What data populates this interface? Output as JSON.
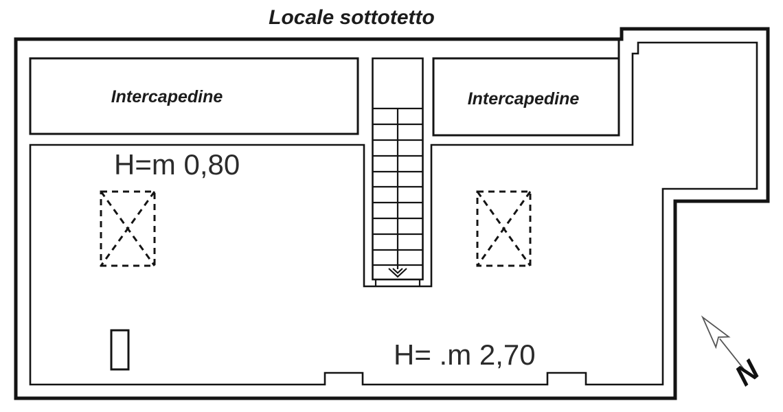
{
  "title": "Locale sottotetto",
  "rooms": {
    "cavity_left": {
      "label": "Intercapedine"
    },
    "cavity_right": {
      "label": "Intercapedine"
    },
    "attic": {
      "height_low_label": "H=m 0,80",
      "height_main_label": "H= .m 2,70"
    }
  },
  "compass": {
    "label": "N"
  },
  "colors": {
    "wall_line": "#141414",
    "text": "#2b2b2b",
    "compass_outline": "#555555",
    "background": "#ffffff"
  }
}
